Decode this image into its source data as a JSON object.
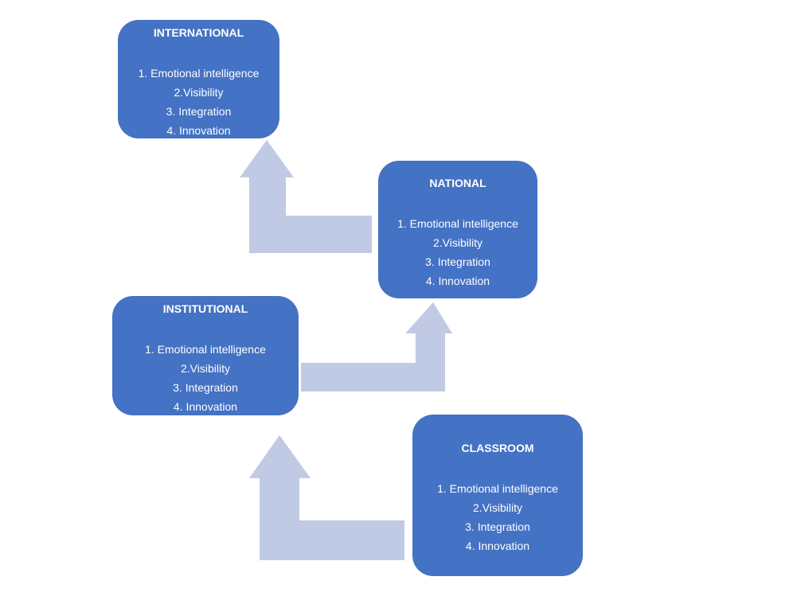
{
  "colors": {
    "box_fill": "#4472c4",
    "box_text": "#ffffff",
    "arrow_fill": "#c0cae4",
    "background": "#ffffff"
  },
  "levels": {
    "international": {
      "title": "INTERNATIONAL",
      "items": [
        "1. Emotional intelligence",
        "2.Visibility",
        "3. Integration",
        "4. Innovation"
      ]
    },
    "national": {
      "title": "NATIONAL",
      "items": [
        "1. Emotional intelligence",
        "2.Visibility",
        "3. Integration",
        "4. Innovation"
      ]
    },
    "institutional": {
      "title": "INSTITUTIONAL",
      "items": [
        "1. Emotional intelligence",
        "2.Visibility",
        "3. Integration",
        "4. Innovation"
      ]
    },
    "classroom": {
      "title": "CLASSROOM",
      "items": [
        "1. Emotional intelligence",
        "2.Visibility",
        "3. Integration",
        "4. Innovation"
      ]
    }
  },
  "flow": [
    {
      "from": "classroom",
      "to": "institutional"
    },
    {
      "from": "institutional",
      "to": "national"
    },
    {
      "from": "national",
      "to": "international"
    }
  ]
}
